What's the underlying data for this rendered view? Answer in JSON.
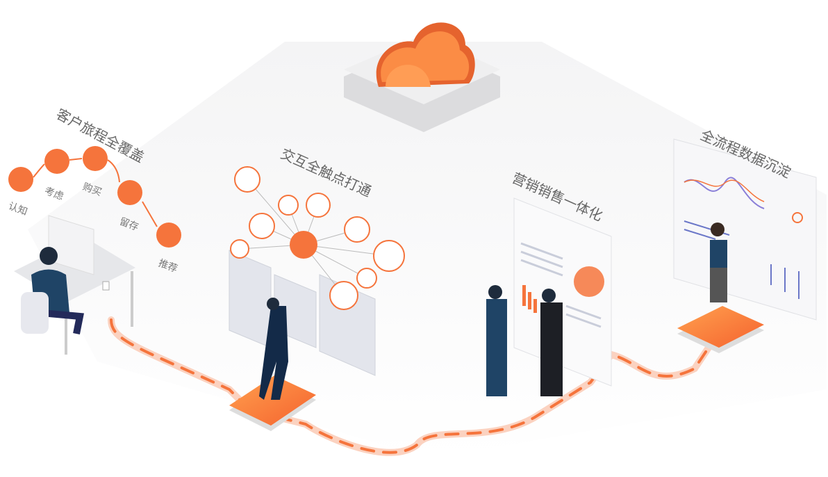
{
  "sections": {
    "journey": {
      "title": "客户旅程全覆盖",
      "steps": [
        {
          "label": "认知",
          "icon": "desk-person-icon"
        },
        {
          "label": "考虑",
          "icon": "thinking-person-icon"
        },
        {
          "label": "购买",
          "icon": "handshake-icon"
        },
        {
          "label": "留存",
          "icon": "presentation-icon"
        },
        {
          "label": "推荐",
          "icon": "group-icon"
        }
      ]
    },
    "touchpoints": {
      "title": "交互全触点打通"
    },
    "marketing_sales": {
      "title": "营销销售一体化"
    },
    "data": {
      "title": "全流程数据沉淀"
    }
  },
  "colors": {
    "accent": "#f5743c",
    "accent_light": "#fbb28f",
    "platform": "#ececed",
    "navy": "#1f3a5f"
  }
}
